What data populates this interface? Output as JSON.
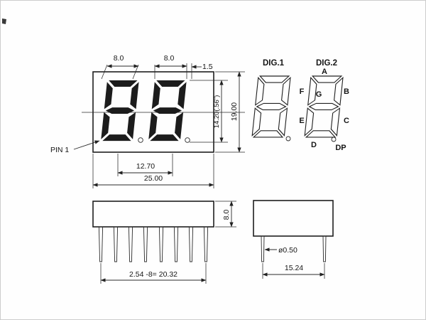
{
  "drawing": {
    "front_view": {
      "dim_digit1_width": "8.0",
      "dim_digit2_width": "8.0",
      "dim_gap": "1.5",
      "dim_char_height": "14.20(.56\")",
      "dim_body_height": "19.00",
      "dim_digit_pitch": "12.70",
      "dim_body_width": "25.00",
      "pin1_label": "PIN 1"
    },
    "segment_diagram": {
      "dig1_label": "DIG.1",
      "dig2_label": "DIG.2",
      "seg_a": "A",
      "seg_b": "B",
      "seg_c": "C",
      "seg_d": "D",
      "seg_e": "E",
      "seg_f": "F",
      "seg_g": "G",
      "seg_dp": "DP"
    },
    "side_view": {
      "dim_body_thickness": "8.0",
      "dim_pin_pitch": "2.54 -8= 20.32"
    },
    "end_view": {
      "dim_lead_diameter": "ø0.50",
      "dim_lead_spacing": "15.24"
    }
  },
  "colors": {
    "line": "#222222",
    "background": "#fefefe",
    "digit_fill": "#1c1c1c"
  }
}
